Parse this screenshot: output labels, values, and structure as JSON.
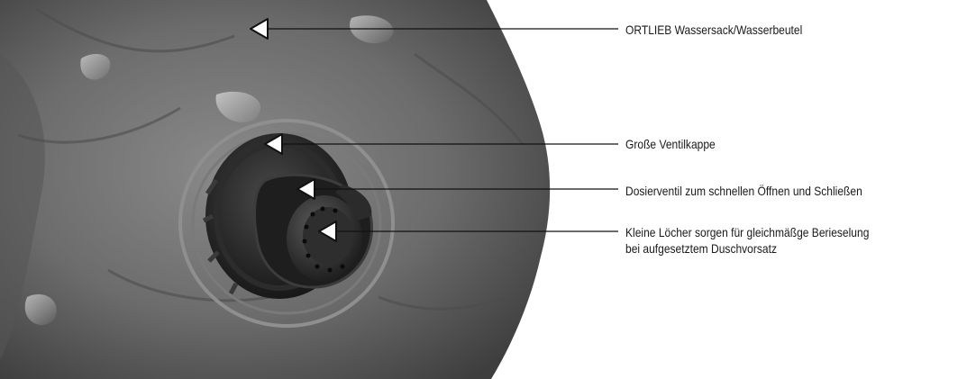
{
  "callouts": [
    {
      "text": "ORTLIEB Wassersack/Wasserbeutel"
    },
    {
      "text": "Große Ventilkappe"
    },
    {
      "text": "Dosierventil zum schnellen Öffnen und Schließen"
    },
    {
      "lines": [
        "Kleine Löcher sorgen für gleichmäßge Berieselung",
        "bei aufgesetztem Duschvorsatz"
      ]
    }
  ]
}
